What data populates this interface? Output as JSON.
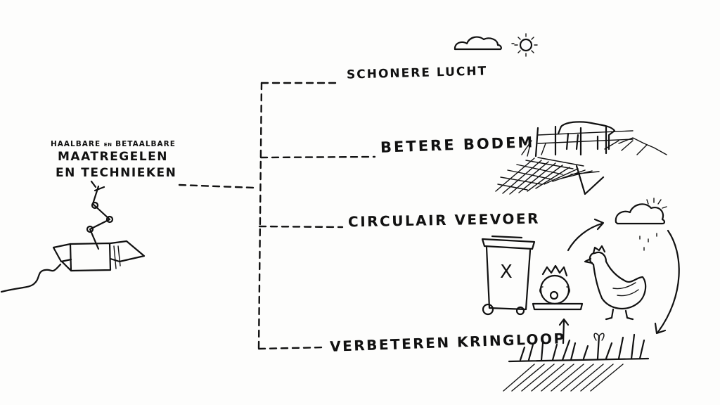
{
  "source": {
    "line1_a": "HAALBARE",
    "line1_mid": "EN",
    "line1_b": "BETAALBARE",
    "line2": "MAATREGELEN",
    "line3": "EN TECHNIEKEN"
  },
  "outcomes": [
    {
      "label": "SCHONERE LUCHT"
    },
    {
      "label": "BETERE BODEM"
    },
    {
      "label": "CIRCULAIR VEEVOER"
    },
    {
      "label": "VERBETEREN KRINGLOOP"
    }
  ],
  "waste_bin": {
    "mark": "X"
  }
}
